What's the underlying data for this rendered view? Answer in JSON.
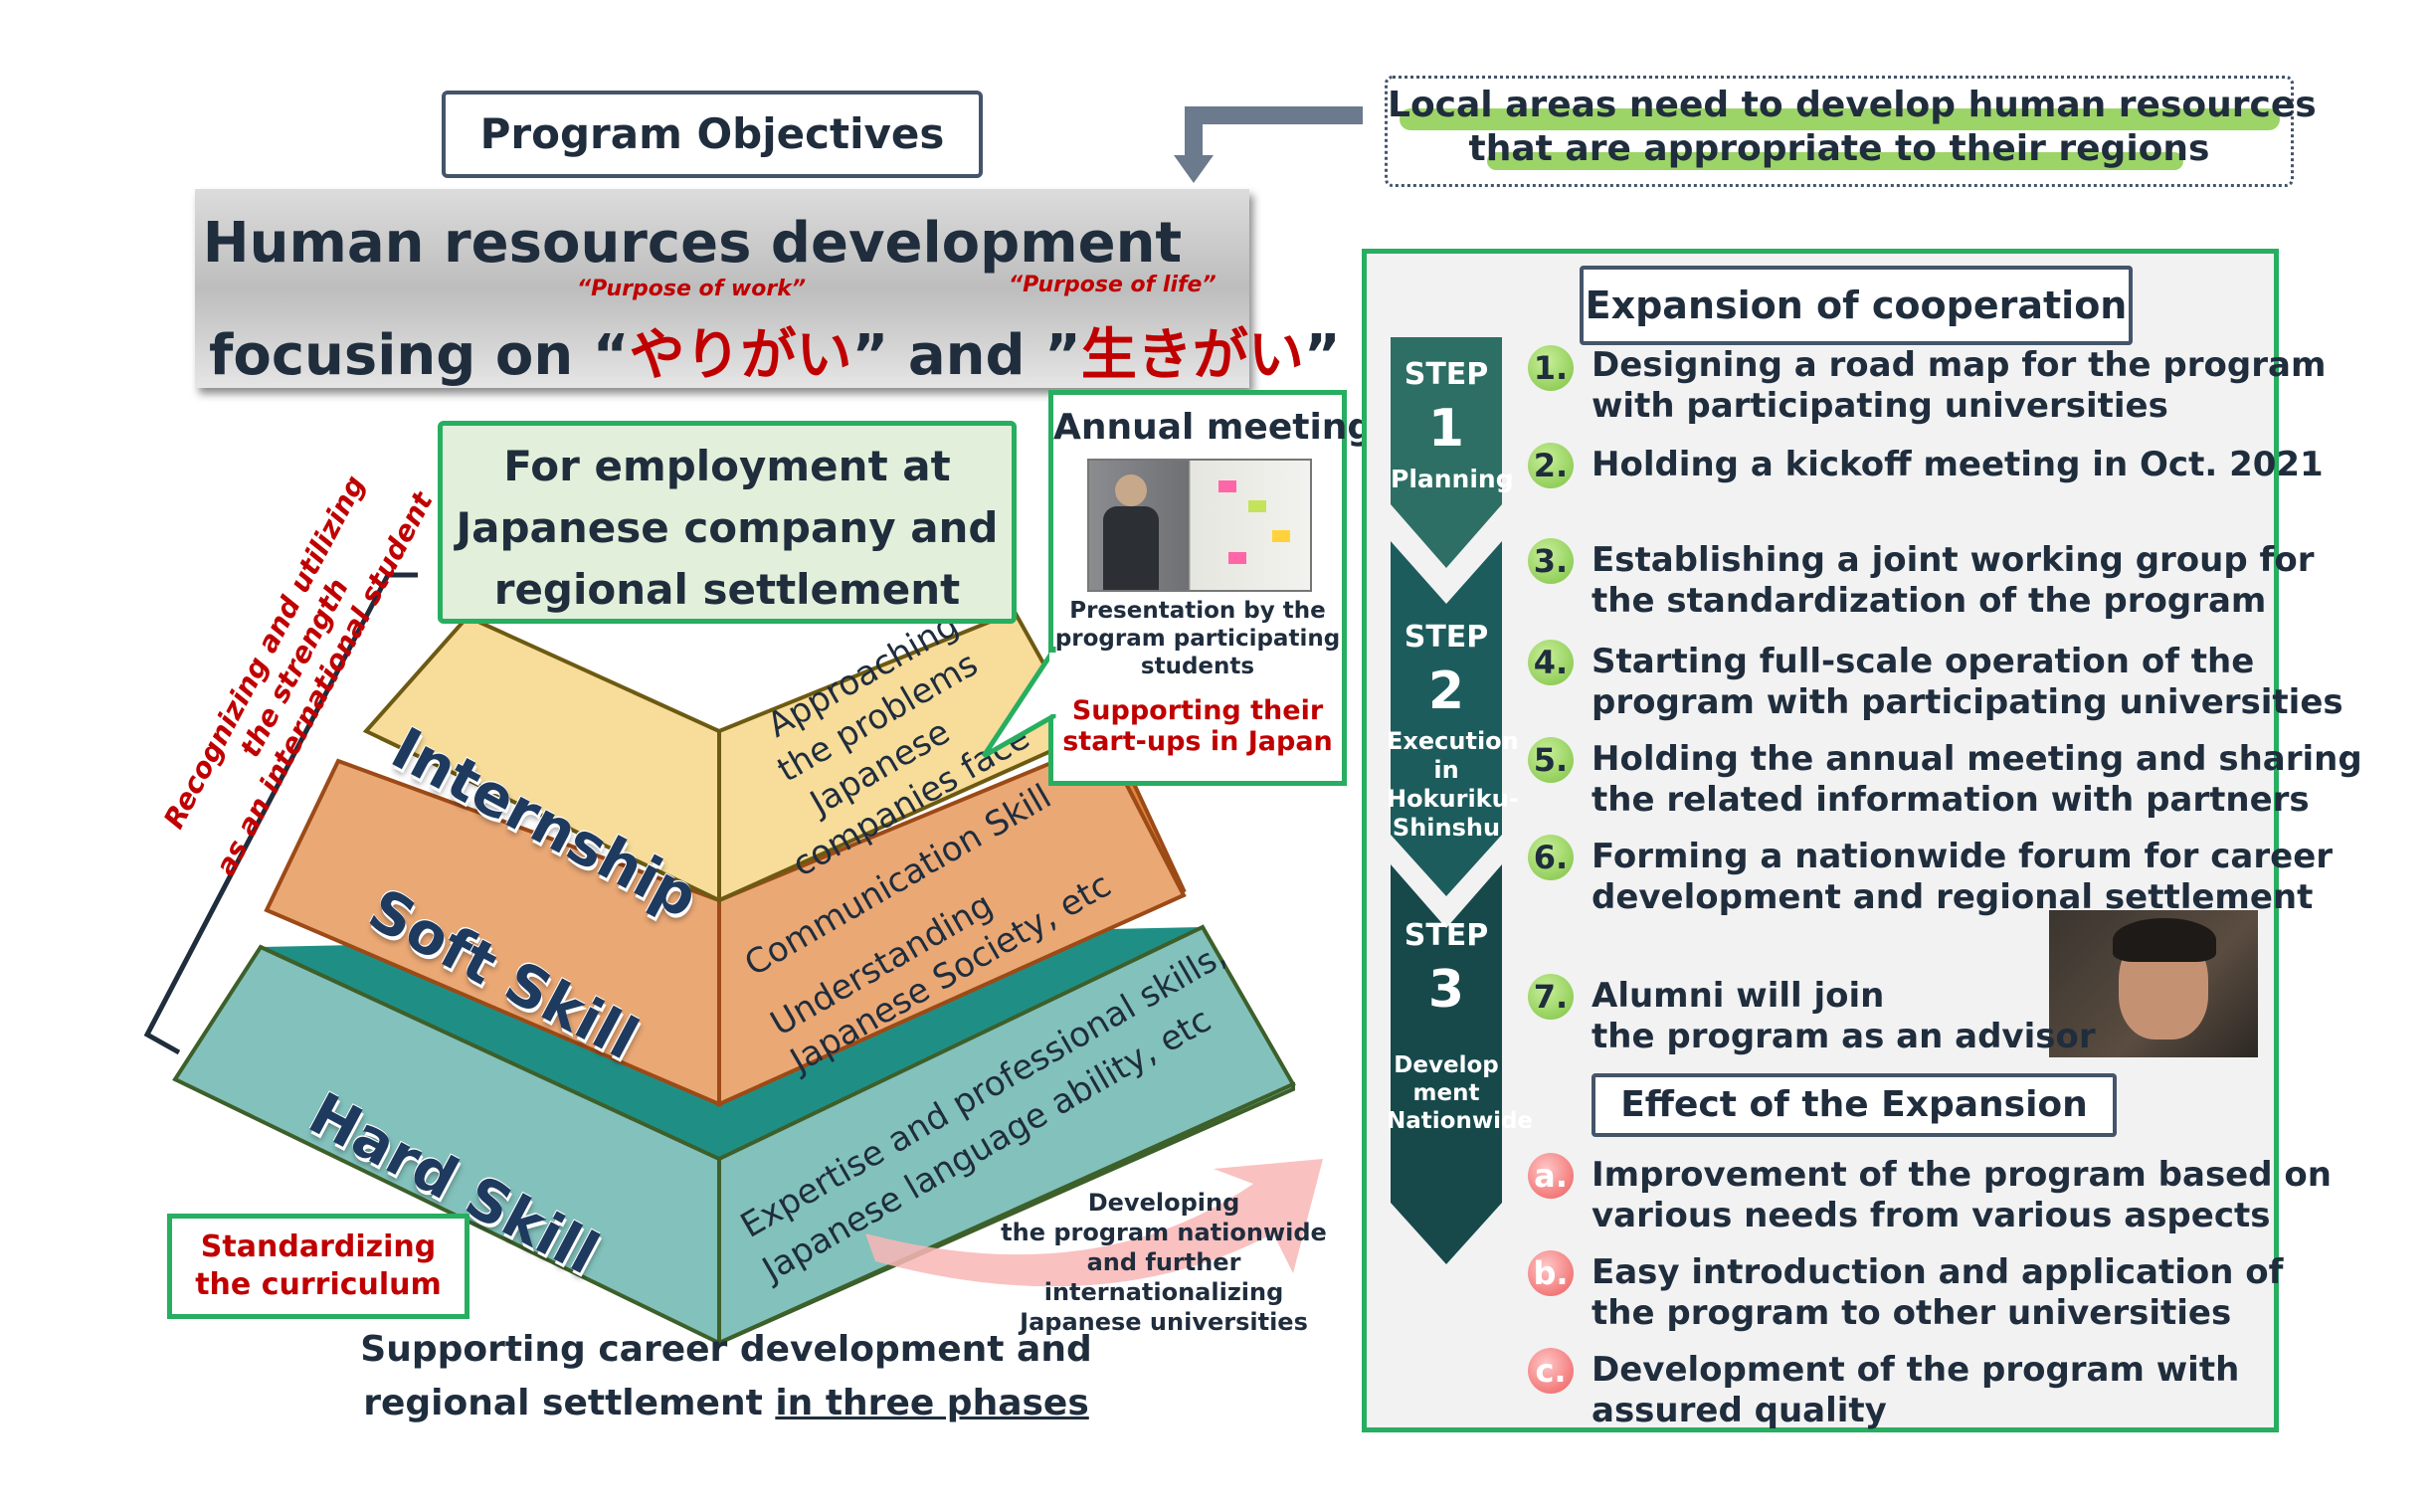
{
  "objectives": {
    "title": "Program Objectives",
    "heading_line1": "Human resources development",
    "heading_prefix": "focusing on “",
    "jp_work": "やりがい",
    "heading_mid": "” and ”",
    "jp_life": "生きがい",
    "heading_suffix": "”",
    "purpose_work": "“Purpose of work”",
    "purpose_life": "“Purpose of life”"
  },
  "local": {
    "line1": "Local areas need to develop human resources",
    "line2": "that are appropriate to their regions"
  },
  "employment": {
    "line1": "For employment at",
    "line2": "Japanese company and",
    "line3": "regional settlement"
  },
  "annual": {
    "title": "Annual meeting",
    "caption_line1": "Presentation by the",
    "caption_line2": "program participating",
    "caption_line3": "students",
    "support_line1": "Supporting their",
    "support_line2": "start-ups in Japan"
  },
  "strength": {
    "line1": "Recognizing and utilizing",
    "line2": "the strength",
    "line3": "as an international student"
  },
  "pyramid": {
    "internship": "Internship",
    "soft": "Soft Skill",
    "hard": "Hard Skill",
    "internship_face": [
      "Approaching",
      "the problems",
      "Japanese",
      "companies face"
    ],
    "soft_face": [
      "Communication Skill",
      "Understanding",
      "Japanese Society, etc"
    ],
    "hard_face": [
      "Expertise and professional skills,",
      "Japanese language ability, etc"
    ]
  },
  "standardizing": {
    "line1": "Standardizing",
    "line2": "the curriculum"
  },
  "developing": {
    "line1": "Developing",
    "line2": "the program nationwide",
    "line3": "and further",
    "line4": "internationalizing",
    "line5": "Japanese universities"
  },
  "supporting": {
    "line1": "Supporting career development and",
    "line2_plain": "regional settlement ",
    "line2_underlined": "in three phases"
  },
  "expansion": {
    "title": "Expansion of cooperation",
    "steps": [
      {
        "word": "STEP",
        "num": "1",
        "label": "Planning"
      },
      {
        "word": "STEP",
        "num": "2",
        "label_lines": [
          "Execution",
          "in",
          "Hokuriku-",
          "Shinshu"
        ]
      },
      {
        "word": "STEP",
        "num": "3",
        "label_lines": [
          "Develop",
          "ment",
          "Nationwide"
        ]
      }
    ],
    "items": [
      {
        "num": "1.",
        "lines": [
          "Designing a road map for the program",
          "with participating universities"
        ]
      },
      {
        "num": "2.",
        "lines": [
          "Holding a kickoff meeting in Oct. 2021"
        ]
      },
      {
        "num": "3.",
        "lines": [
          "Establishing a joint working group for",
          "the standardization of the program"
        ]
      },
      {
        "num": "4.",
        "lines": [
          "Starting full-scale operation of the",
          "program with participating universities"
        ]
      },
      {
        "num": "5.",
        "lines": [
          "Holding the annual meeting and sharing",
          "the related information with partners"
        ]
      },
      {
        "num": "6.",
        "lines": [
          "Forming a nationwide forum for career",
          "development and regional settlement"
        ]
      },
      {
        "num": "7.",
        "lines": [
          "Alumni will join",
          "the program as an advisor"
        ]
      }
    ],
    "effect_title": "Effect of the Expansion",
    "effects": [
      {
        "num": "a.",
        "lines": [
          "Improvement of the program based on",
          "various needs from various aspects"
        ]
      },
      {
        "num": "b.",
        "lines": [
          "Easy introduction and application of",
          "the program to other universities"
        ]
      },
      {
        "num": "c.",
        "lines": [
          "Development of the program with",
          "assured quality"
        ]
      }
    ]
  },
  "colors": {
    "green_border": "#27ae60",
    "navy": "#1f2d3d",
    "red_text": "#c00000",
    "step_teal": "#1f4e4e",
    "internship": "#f7dc9a",
    "soft": "#eaa875",
    "hard": "#82c1bc"
  },
  "icons": {
    "arrow": "down-arrow-icon",
    "photo": "presentation-photo",
    "person": "student-portrait"
  }
}
